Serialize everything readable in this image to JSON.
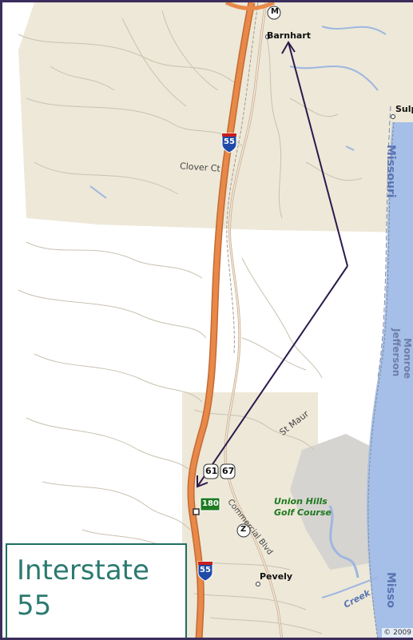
{
  "map": {
    "places": {
      "barnhart": "Barnhart",
      "sulp": "Sulp",
      "clover_ct": "Clover Ct",
      "st_maur": "St Maur",
      "pevely": "Pevely",
      "commercial_blvd": "Commercial Blvd"
    },
    "poi": {
      "union_hills_line1": "Union Hills",
      "union_hills_line2": "Golf Course"
    },
    "water": {
      "missouri_upper": "Missouri",
      "missouri_lower": "Misso",
      "creek": "Creek"
    },
    "county": {
      "monroe": "Monroe",
      "jefferson": "Jefferson"
    },
    "shields": {
      "interstate_upper": "55",
      "interstate_lower": "55",
      "us_61": "61",
      "us_67": "67",
      "route_m": "M",
      "route_z": "Z",
      "exit_180": "180"
    },
    "colors": {
      "land_tan": "#ede8d8",
      "land_white": "#ffffff",
      "river": "#a5bfe8",
      "interstate": "#e8894a",
      "annotation_line": "#2b1a4e",
      "golf_gray": "#d6d4d0"
    }
  },
  "callout": {
    "line1": "Interstate",
    "line2": "55"
  },
  "copyright": "© 2009"
}
